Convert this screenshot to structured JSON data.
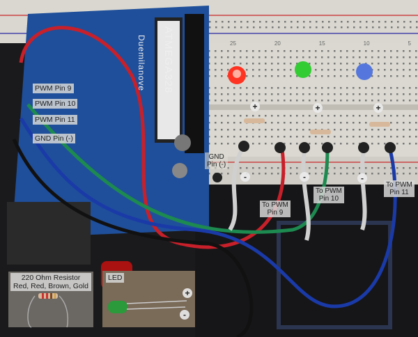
{
  "board": {
    "chip_text": "ATMEGA328",
    "board_text": "Duemilanove"
  },
  "breadboard_numbers": [
    "25",
    "20",
    "15",
    "10",
    "5"
  ],
  "pin_labels": [
    "PWM Pin 9",
    "PWM Pin 10",
    "PWM Pin 11",
    "GND Pin (-)"
  ],
  "breadboard_labels": {
    "gnd": [
      "GND",
      "Pin (-)"
    ],
    "pwm9": [
      "To PWM",
      "Pin 9"
    ],
    "pwm10": [
      "To PWM",
      "Pin 10"
    ],
    "pwm11": [
      "To PWM",
      "Pin 11"
    ]
  },
  "polarity": {
    "plus": "+",
    "minus": "-"
  },
  "insets": {
    "resistor": {
      "title": "220 Ohm Resistor",
      "bands": "Red, Red, Brown, Gold"
    },
    "led": {
      "title": "LED"
    }
  },
  "led_colors": {
    "red": "#ff3322",
    "green": "#33cc33",
    "blue": "#5577dd"
  },
  "wire_colors": {
    "red": "#c8202a",
    "green": "#1d8a50",
    "blue": "#1a3aa8",
    "white": "#d0d0d0"
  }
}
